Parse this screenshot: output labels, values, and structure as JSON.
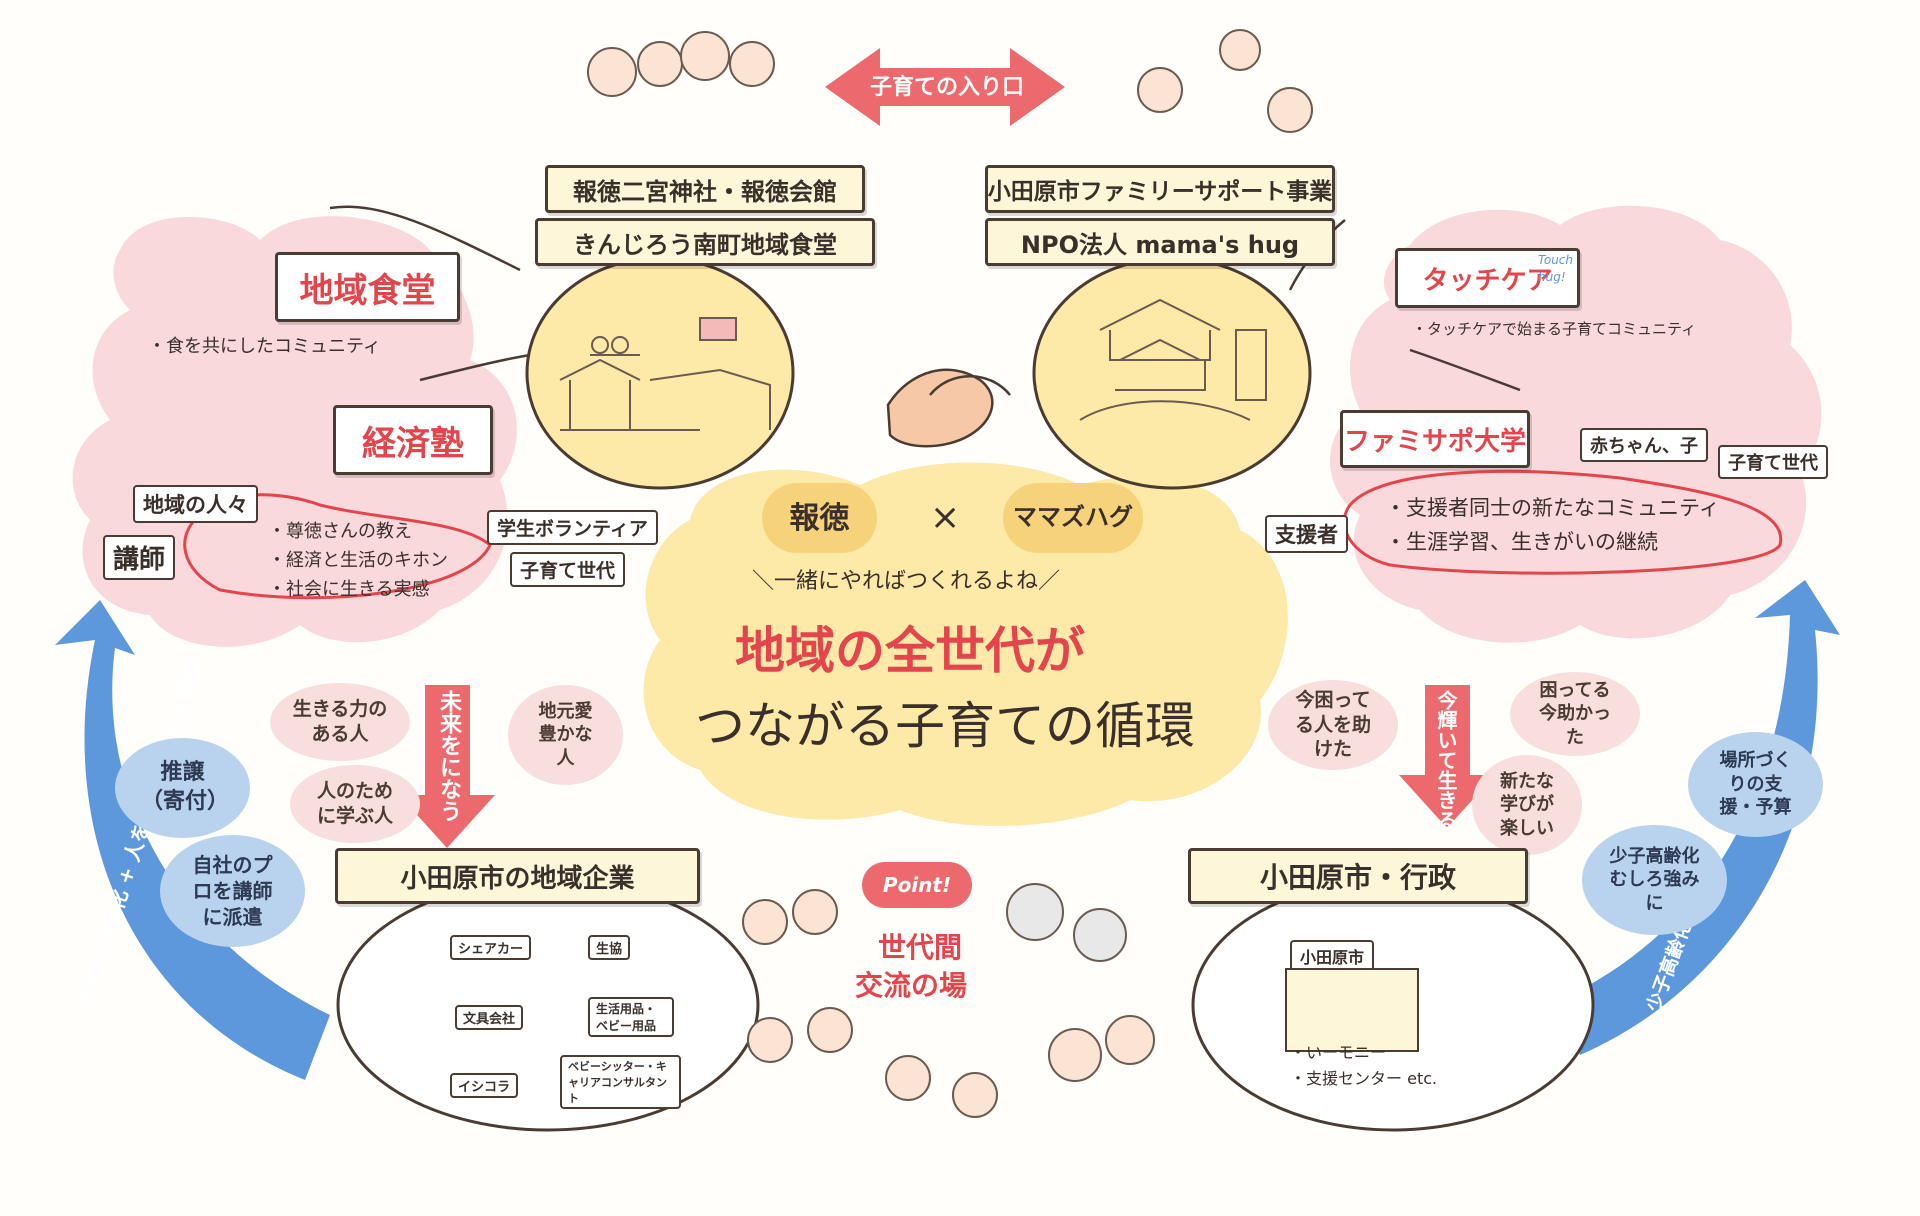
{
  "top": {
    "entrance_label": "子育ての入り口"
  },
  "signs": {
    "shrine": "報徳二宮神社・報徳会館",
    "diner_kinjiro": "きんじろう南町地域食堂",
    "family_support": "小田原市ファミリーサポート事業",
    "npo": "NPO法人 mama's hug",
    "chiiki_shokudo": "地域食堂",
    "keizai_juku": "経済塾",
    "touch_care": "タッチケア",
    "famisapo_univ": "ファミサポ大学",
    "local_companies": "小田原市の地域企業",
    "administration": "小田原市・行政"
  },
  "touch_logo": {
    "line1": "Touch",
    "line2": "hug!"
  },
  "left_cluster": {
    "shokudo_note": "食を共にしたコミュニティ",
    "chiiki_no_hitobito": "地域の人々",
    "koushi": "講師",
    "gakusei_volunteer": "学生ボランティア",
    "kosodate_sedai": "子育て世代",
    "juku_points": [
      "尊徳さんの教え",
      "経済と生活のキホン",
      "社会に生きる実感"
    ]
  },
  "right_cluster": {
    "touch_note": "タッチケアで始まる子育てコミュニティ",
    "akachan_ko": "赤ちゃん、子",
    "kosodate_sedai": "子育て世代",
    "shiensha": "支援者",
    "univ_points": [
      "支援者同士の新たなコミュニティ",
      "生涯学習、生きがいの継続"
    ]
  },
  "center": {
    "left_partner": "報徳",
    "times": "×",
    "right_partner": "ママズハグ",
    "tagline": "＼一緒にやればつくれるよね／",
    "headline_red": "地域の全世代が",
    "headline_dark": "つながる子育ての循環"
  },
  "arrows": {
    "left_down": "未来をになう",
    "right_down": "今輝いて生きる",
    "left_loop": "地域の活性化 + 人を育てる + 社会貢献",
    "right_loop": "少子高齢化だからこその新しい場づくりを"
  },
  "left_bubbles": {
    "ikiru_chikara": "生きる力のある人",
    "hito_no_tame": "人のために学ぶ人",
    "jimoto_ai": "地元愛豊かな人",
    "suijou": "推譲（寄付）",
    "haken": "自社のプロを講師に派遣"
  },
  "right_bubbles": {
    "komatteru_hito": "今困ってる人を助けた",
    "tasukatta": "困ってる今助かった",
    "arata_na_manabi": "新たな学びが楽しい",
    "basho_zukuri": "場所づくりの支援・予算",
    "tsuyomi": "少子高齢化むしろ強みに"
  },
  "companies": {
    "tags": [
      "シェアカー",
      "生協",
      "文具会社",
      "生活用品・ベビー用品",
      "イシコラ",
      "ベビーシッター・キャリアコンサルタント"
    ]
  },
  "admin_panel": {
    "city_hall_sign": "小田原市",
    "items": [
      "いーモニー",
      "支援センター etc."
    ]
  },
  "point": {
    "badge": "Point!",
    "text_line1": "世代間",
    "text_line2": "交流の場"
  },
  "colors": {
    "pink_cloud": "#f9d9dc",
    "yellow_center": "#fde9a8",
    "red_arrow": "#ec6a6e",
    "blue_arrow": "#5d97dc",
    "sign_bg": "#fdf6d8",
    "accent_red": "#e2454b"
  }
}
